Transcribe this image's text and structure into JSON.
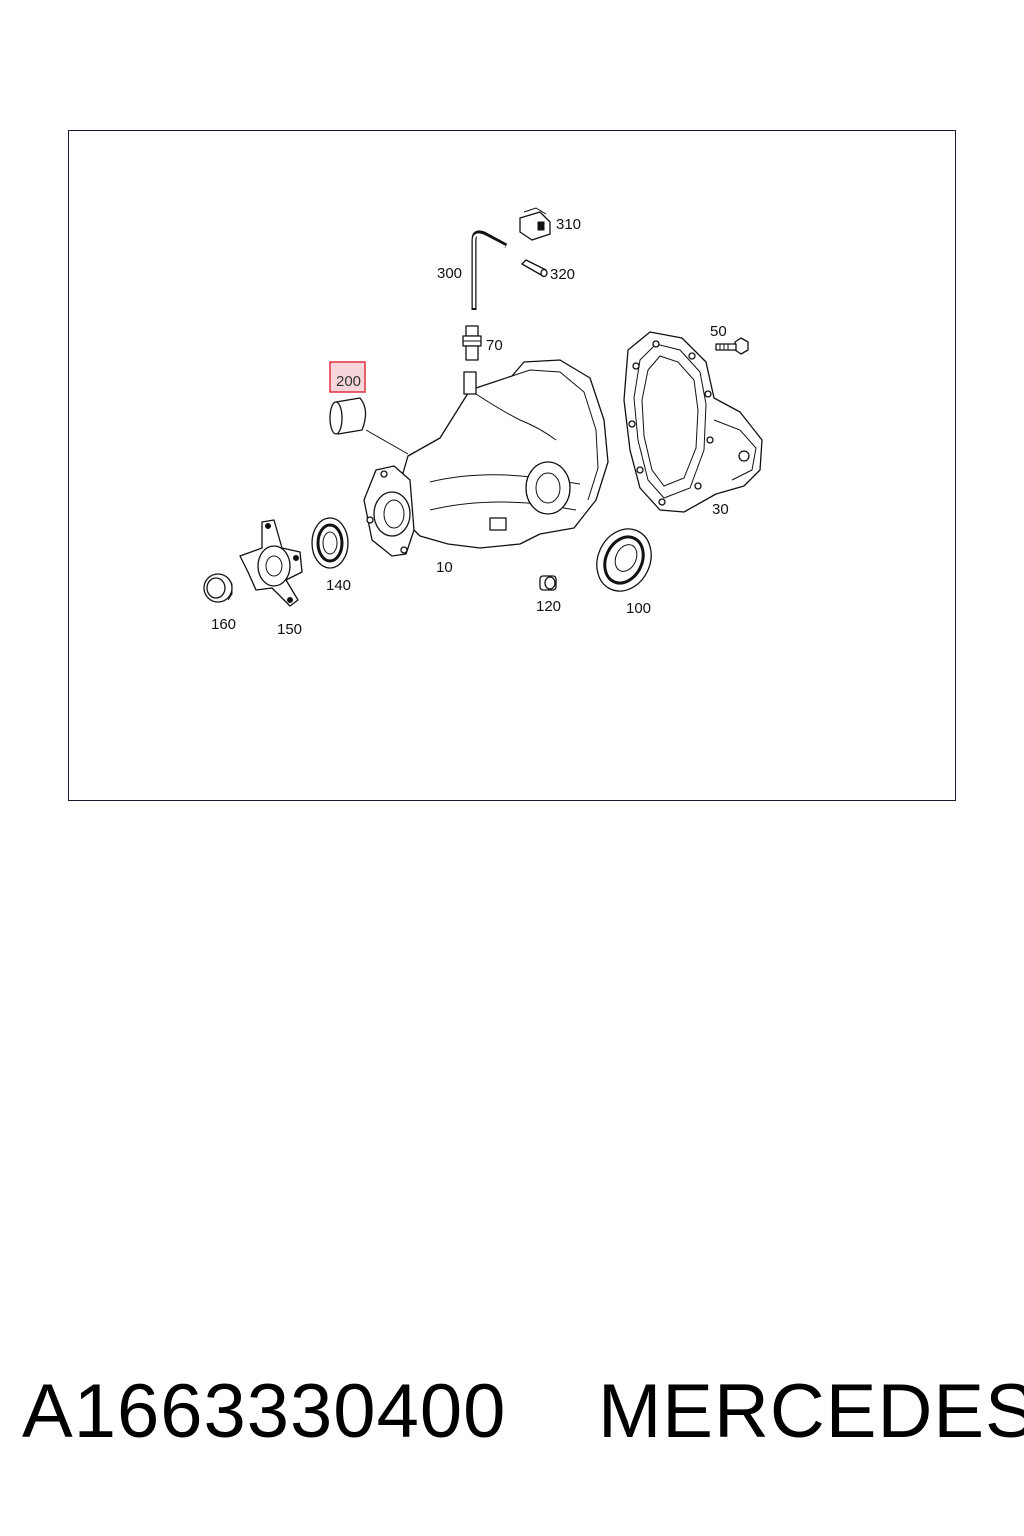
{
  "callouts": {
    "c310": "310",
    "c300": "300",
    "c320": "320",
    "c70": "70",
    "c50": "50",
    "c200": "200",
    "c30": "30",
    "c140": "140",
    "c10": "10",
    "c160": "160",
    "c150": "150",
    "c120": "120",
    "c100": "100"
  },
  "highlight": {
    "callout": "200",
    "color": "#e03040"
  },
  "footer": {
    "part_number": "A1663330400",
    "brand": "MERCEDES"
  }
}
